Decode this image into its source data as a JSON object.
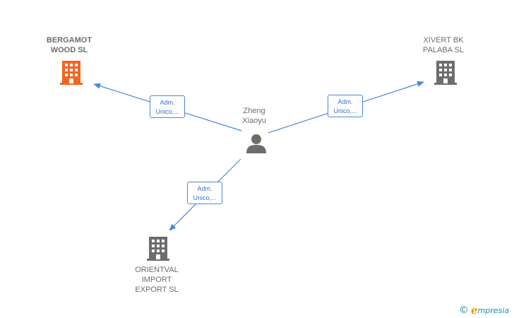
{
  "center": {
    "name": "Zheng\nXiaoyu"
  },
  "companies": [
    {
      "id": "bergamot",
      "name": "BERGAMOT\nWOOD  SL",
      "color": "#f26522"
    },
    {
      "id": "xivert",
      "name": "XIVERT BK\nPALABA  SL",
      "color": "#6d6d6d"
    },
    {
      "id": "orientval",
      "name": "ORIENTVAL\nIMPORT\nEXPORT SL",
      "color": "#6d6d6d"
    }
  ],
  "relations": [
    {
      "line1": "Adm.",
      "line2": "Unico,..."
    },
    {
      "line1": "Adm.",
      "line2": "Unico,..."
    },
    {
      "line1": "Adm.",
      "line2": "Unico,..."
    }
  ],
  "colors": {
    "edge": "#4a88d6",
    "person": "#6d6d6d",
    "highlight": "#f26522"
  },
  "brand": {
    "copyright": "©",
    "initial": "e",
    "name": "mpresia"
  }
}
